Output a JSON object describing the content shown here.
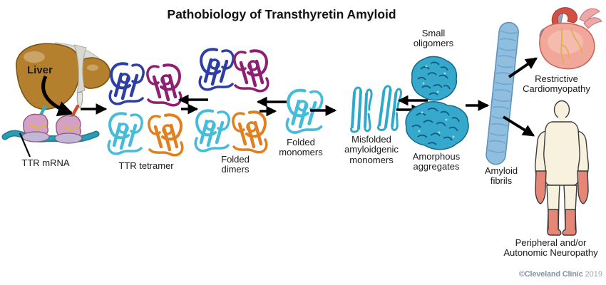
{
  "title": "Pathobiology of Transthyretin Amyloid",
  "stages": {
    "liver": {
      "label": "Liver"
    },
    "mrna": {
      "label": "TTR mRNA"
    },
    "tetramer": {
      "label": "TTR tetramer"
    },
    "dimers": {
      "label": "Folded\ndimers"
    },
    "monomers": {
      "label": "Folded\nmonomers"
    },
    "misfolded": {
      "label": "Misfolded\namyloidgenic\nmonomers"
    },
    "oligomers": {
      "label": "Small\noligomers"
    },
    "aggregates": {
      "label": "Amorphous\naggregates"
    },
    "fibrils": {
      "label": "Amyloid\nfibrils"
    }
  },
  "outcomes": {
    "cardiomyopathy": {
      "label": "Restrictive\nCardiomyopathy"
    },
    "neuropathy": {
      "label": "Peripheral and/or\nAutonomic Neuropathy"
    }
  },
  "footer": {
    "copyright": "©Cleveland Clinic",
    "year": "2019"
  },
  "colors": {
    "ribbon_blue": "#2e3fa3",
    "ribbon_purple": "#8e1f72",
    "ribbon_cyan": "#45bcd9",
    "ribbon_orange": "#e0801e",
    "aggregate_blue": "#35a8cc",
    "fibril_blue": "#8fbede",
    "liver_brown": "#b5802d",
    "mrna_teal": "#2b9bb5",
    "ribosome_pink": "#d4a0c4",
    "heart_pink": "#f2a79b",
    "body_cream": "#f8f1de",
    "extremity_salmon": "#e58677",
    "arrow_black": "#000000",
    "copyright_gray": "#8593a5"
  }
}
